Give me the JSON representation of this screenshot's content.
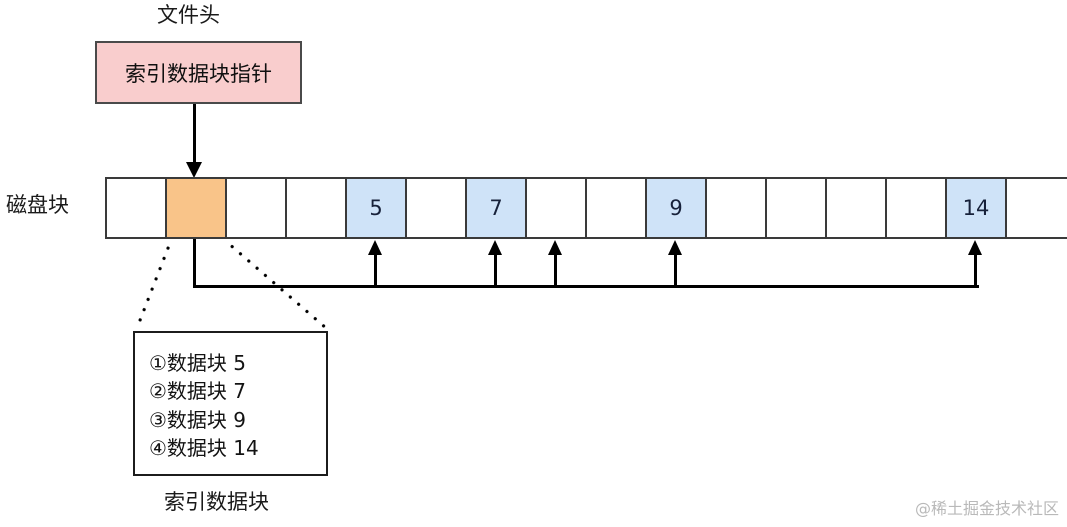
{
  "diagram": {
    "title_above_header": "文件头",
    "file_header": {
      "box_label": "索引数据块指针",
      "fill_color": "#f9cdcd",
      "border_color": "#4a4a4a"
    },
    "disk_row": {
      "label": "磁盘块",
      "cell_count": 16,
      "cells": [
        {
          "index": 0,
          "value": "",
          "state": "free"
        },
        {
          "index": 1,
          "value": "",
          "state": "index"
        },
        {
          "index": 2,
          "value": "",
          "state": "free"
        },
        {
          "index": 3,
          "value": "",
          "state": "free"
        },
        {
          "index": 4,
          "value": "5",
          "state": "data"
        },
        {
          "index": 5,
          "value": "",
          "state": "free"
        },
        {
          "index": 6,
          "value": "7",
          "state": "data"
        },
        {
          "index": 7,
          "value": "",
          "state": "free"
        },
        {
          "index": 8,
          "value": "",
          "state": "free"
        },
        {
          "index": 9,
          "value": "9",
          "state": "data"
        },
        {
          "index": 10,
          "value": "",
          "state": "free"
        },
        {
          "index": 11,
          "value": "",
          "state": "free"
        },
        {
          "index": 12,
          "value": "",
          "state": "free"
        },
        {
          "index": 13,
          "value": "",
          "state": "free"
        },
        {
          "index": 14,
          "value": "14",
          "state": "data"
        },
        {
          "index": 15,
          "value": "",
          "state": "free"
        }
      ],
      "colors": {
        "index_block_fill": "#f9c489",
        "data_block_fill": "#cfe3f8",
        "free_block_fill": "#ffffff",
        "border": "#3a3a3a"
      }
    },
    "index_block": {
      "caption": "索引数据块",
      "entries": [
        "①数据块 5",
        "②数据块 7",
        "③数据块 9",
        "④数据块 14"
      ]
    },
    "pointer_arrow_targets": [
      5,
      7,
      9,
      14
    ],
    "watermark": "@稀土掘金技术社区"
  }
}
